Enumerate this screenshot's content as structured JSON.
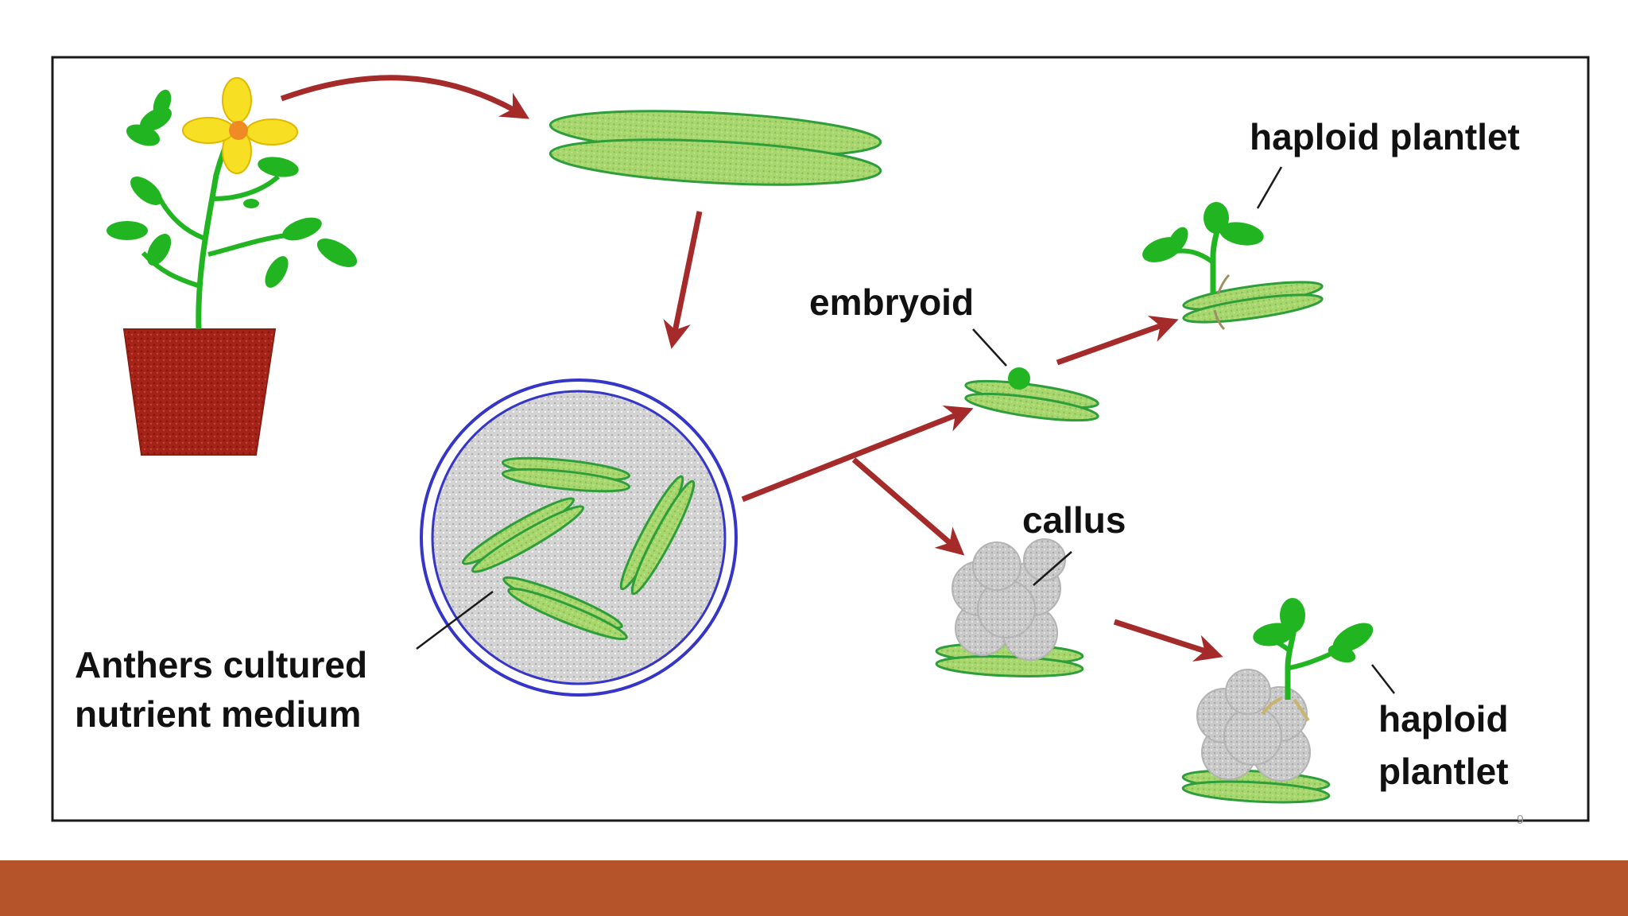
{
  "slide": {
    "page_number": "9",
    "colors": {
      "footer_bar": "#B5532A",
      "arrow": "#A52A2A",
      "leaf": "#22B522",
      "pot": "#A52318",
      "flower": "#F7E024",
      "flower_center": "#F08A24",
      "anther_fill": "#A8D66E",
      "anther_stroke": "#2E9E3A",
      "dish_ring": "#3535C8",
      "medium": "#CFCFCF",
      "callus": "#C4C4C4"
    }
  },
  "diagram": {
    "labels": {
      "embryoid": "embryoid",
      "haploid_plantlet_top": "haploid plantlet",
      "callus": "callus",
      "anthers_line1": "Anthers cultured",
      "anthers_line2": "nutrient medium",
      "haploid_bottom_line1": "haploid",
      "haploid_bottom_line2": "plantlet"
    },
    "icons": [
      "potted-flowering-plant-icon",
      "excised-anthers-icon",
      "petri-dish-icon",
      "embryoid-icon",
      "haploid-plantlet-icon",
      "callus-icon",
      "flow-arrow-icon"
    ]
  }
}
